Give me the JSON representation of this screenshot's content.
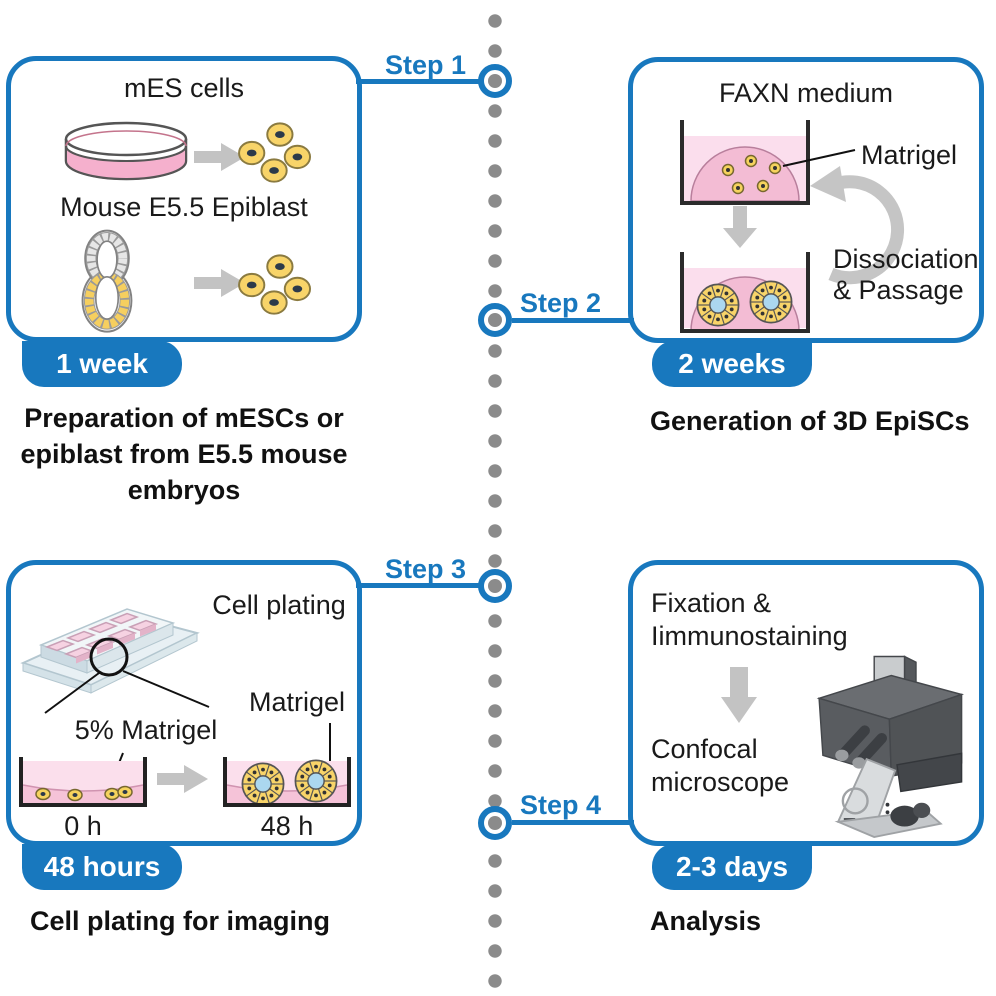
{
  "colors": {
    "accent_blue": "#1878be",
    "timeline_dot_gray": "#8b8b8b",
    "process_arrow_gray": "#c3c3c3",
    "medium_pink_light": "#fbdeed",
    "matrigel_pink": "#f3bcd4",
    "cell_yellow": "#f8d469",
    "lumen_blue": "#abd7ef"
  },
  "panels": {
    "prep": {
      "step_label": "Step 1",
      "duration_badge": "1 week",
      "title_mes": "mES cells",
      "title_epiblast": "Mouse E5.5 Epiblast",
      "caption_lines": [
        "Preparation of mESCs or",
        "epiblast from E5.5 mouse",
        "embryos"
      ]
    },
    "episc": {
      "step_label": "Step 2",
      "duration_badge": "2 weeks",
      "title": "FAXN medium",
      "matrigel_label": "Matrigel",
      "cycle_lines": [
        "Dissociation",
        "& Passage"
      ],
      "caption": "Generation of 3D EpiSCs"
    },
    "plating": {
      "step_label": "Step 3",
      "duration_badge": "48 hours",
      "title": "Cell plating",
      "matrigel_pct_label": "5% Matrigel",
      "matrigel_label": "Matrigel",
      "time_start": "0 h",
      "time_end": "48 h",
      "caption": "Cell plating for imaging"
    },
    "analysis": {
      "step_label": "Step 4",
      "duration_badge": "2-3 days",
      "fixation_lines": [
        "Fixation &",
        "Iimmunostaining"
      ],
      "microscope_lines": [
        "Confocal",
        "microscope"
      ],
      "caption": "Analysis"
    }
  }
}
